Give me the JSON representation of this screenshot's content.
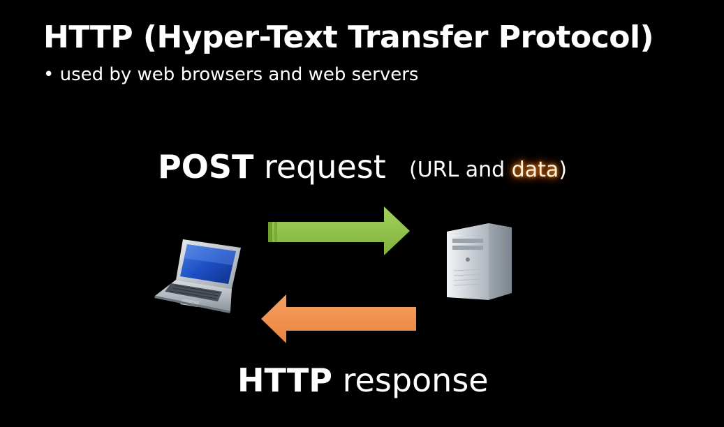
{
  "slide": {
    "title": "HTTP (Hyper-Text Transfer Protocol)",
    "bullet": "• used by web browsers and web servers"
  },
  "request": {
    "verb": "POST",
    "label": " request",
    "note_prefix": "(URL and ",
    "note_highlight": "data",
    "note_suffix": ")"
  },
  "response": {
    "verb": "HTTP",
    "label": " response"
  },
  "icons": {
    "client": "laptop-icon",
    "server": "server-tower-icon",
    "request_arrow": "arrow-right-icon",
    "response_arrow": "arrow-left-icon"
  },
  "colors": {
    "background": "#000000",
    "request_arrow": "#8fc34a",
    "response_arrow": "#f0944f",
    "highlight_glow": "#e07a1a"
  }
}
